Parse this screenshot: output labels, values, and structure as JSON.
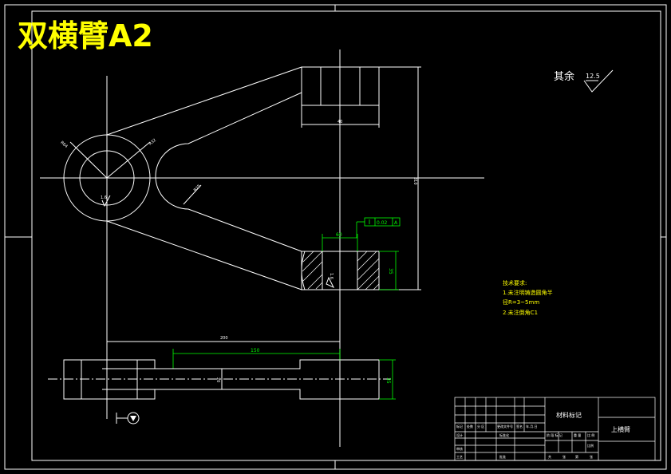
{
  "title": "双横臂A2",
  "roughness": {
    "label": "其余",
    "value": "12.5"
  },
  "tech_notes": {
    "heading": "技术要求:",
    "lines": [
      "1.未注明铸造圆角半",
      "径R=3~5mm",
      "2.未注倒角C1"
    ]
  },
  "dims": {
    "d_top_width": "40",
    "d_overall_height": "310",
    "d_boss_width": "60",
    "d_boss_height": "35",
    "d_rough_small": "1.6",
    "d_rough_mid": "1.6",
    "d_length_200": "200",
    "d_length_150": "150",
    "d_bottom_height": "35",
    "d_bottom_mid": "20",
    "d_r_outer": "R64",
    "d_r_inner": "R32",
    "d_r_fillet": "R25",
    "gdt_tolerance": "0.02",
    "gdt_datum": "A"
  },
  "title_block": {
    "material_mark": "材料标记",
    "part_name": "上横臂",
    "cell_scale": "比例",
    "cells_row1": [
      "标记",
      "处数",
      "分 区",
      "更改文件号",
      "签名",
      "年.月.日"
    ],
    "cells_row2": [
      "设计",
      "标准化"
    ],
    "cells_row3": [
      "审核"
    ],
    "cells_row4": [
      "工艺",
      "批准"
    ],
    "stage_header": [
      "阶 段 标 记",
      "重 量",
      "比 例"
    ],
    "sheet_info": [
      "共",
      "张",
      "第",
      "张"
    ]
  }
}
